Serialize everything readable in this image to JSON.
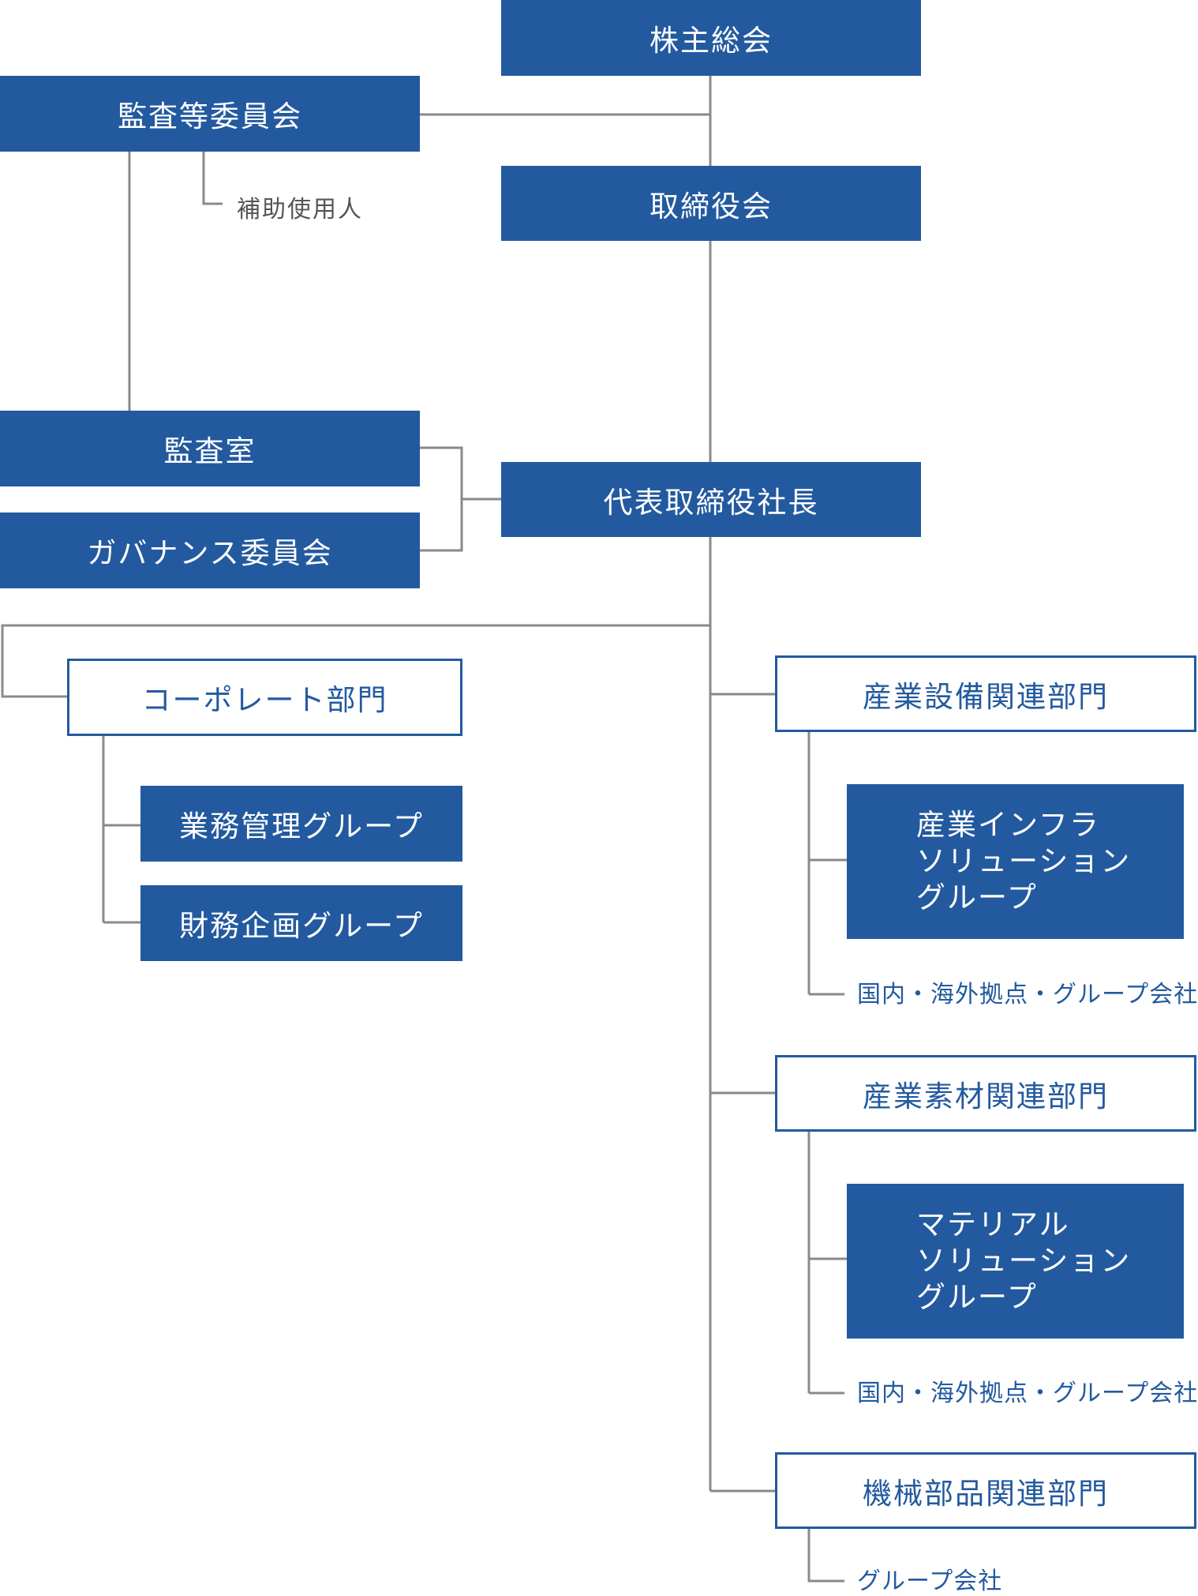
{
  "colors": {
    "box_fill": "#235a9f",
    "connector": "#8a8a8a",
    "outline_text": "#235a9f",
    "sub_label": "#555555"
  },
  "nodes": {
    "shareholders": "株主総会",
    "audit_committee": "監査等委員会",
    "assistant": "補助使用人",
    "board": "取締役会",
    "audit_office": "監査室",
    "governance_committee": "ガバナンス委員会",
    "president": "代表取締役社長",
    "corporate_division": "コーポレート部門",
    "business_mgmt_group": "業務管理グループ",
    "finance_planning_group": "財務企画グループ",
    "industrial_equipment_division": "産業設備関連部門",
    "industrial_infra_group": [
      "産業インフラ",
      "ソリューション",
      "グループ"
    ],
    "industrial_equipment_subs": "国内・海外拠点・グループ会社",
    "industrial_materials_division": "産業素材関連部門",
    "material_solution_group": [
      "マテリアル",
      "ソリューション",
      "グループ"
    ],
    "industrial_materials_subs": "国内・海外拠点・グループ会社",
    "machine_parts_division": "機械部品関連部門",
    "machine_parts_subs": "グループ会社"
  }
}
